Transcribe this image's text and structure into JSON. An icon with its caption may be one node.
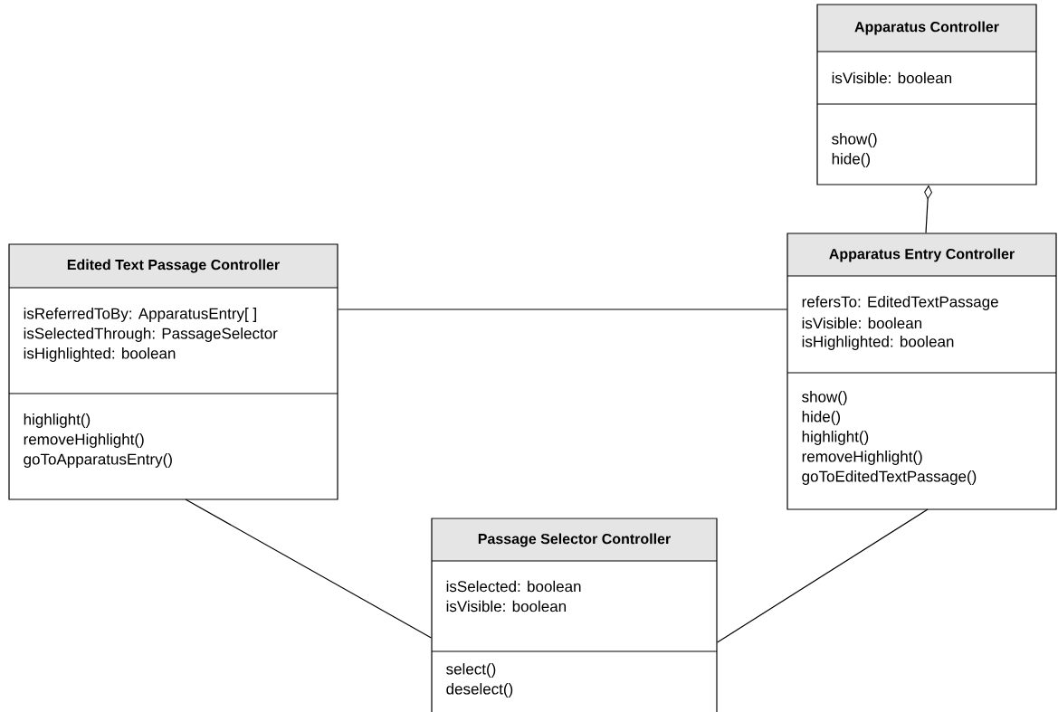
{
  "diagram": {
    "nodes": [
      {
        "text": [
          "Apparatus Controller",
          "isVisible: boolean",
          "show()",
          "hide()"
        ]
      },
      {
        "text": [
          "Edited Text Passage Controller",
          "isReferredToBy: ApparatusEntry[ ]",
          "isSelectedThrough: PassageSelector",
          "isHighlighted: boolean",
          "highlight()",
          "removeHighlight()",
          "goToApparatusEntry()"
        ]
      },
      {
        "text": [
          "Apparatus Entry Controller",
          "refersTo: EditedTextPassage",
          "isVisible: boolean",
          "isHighlighted: boolean",
          "show()",
          "hide()",
          "highlight()",
          "removeHighlight()",
          "goToEditedTextPassage()"
        ]
      },
      {
        "text": [
          "Passage Selector Controller",
          "isSelected: boolean",
          "isVisible: boolean",
          "select()",
          "deselect()"
        ]
      }
    ],
    "edges": [
      {
        "from": 2,
        "to": 0,
        "arrow": "other"
      },
      {
        "from": 1,
        "to": 2,
        "arrow": "none"
      },
      {
        "from": 1,
        "to": 3,
        "arrow": "none"
      },
      {
        "from": 2,
        "to": 3,
        "arrow": "none"
      }
    ]
  }
}
